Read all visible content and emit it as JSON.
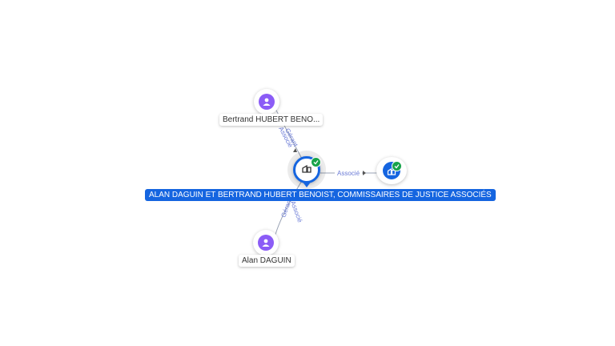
{
  "colors": {
    "accent": "#1565e0",
    "person": "#8b5cf6",
    "check": "#17a34a",
    "edge": "#9aa3b5"
  },
  "main_node": {
    "label": "ALAN DAGUIN ET BERTRAND HUBERT BENOIST, COMMISSAIRES DE JUSTICE ASSOCIÉS",
    "icon": "building-icon"
  },
  "people": [
    {
      "label": "Bertrand HUBERT BENO...",
      "icon": "person-icon"
    },
    {
      "label": "Alan DAGUIN",
      "icon": "person-icon"
    }
  ],
  "company": {
    "icon": "building-icon"
  },
  "edges": {
    "top": [
      "Gérant",
      "Associé"
    ],
    "bottom": [
      "Gérant",
      "Associé"
    ],
    "right": "Associé"
  }
}
